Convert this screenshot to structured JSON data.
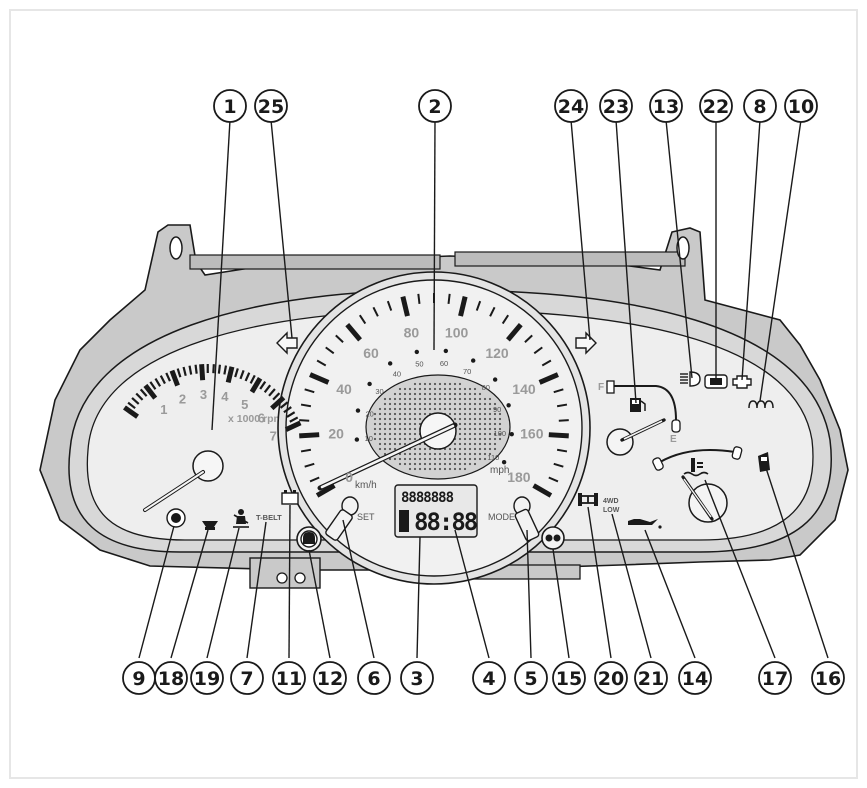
{
  "diagram": {
    "tachometer": {
      "unit_label": "x 1000 rpm",
      "numbers": [
        "1",
        "2",
        "3",
        "4",
        "5",
        "6",
        "7"
      ]
    },
    "speedometer": {
      "kmh_numbers": [
        "0",
        "20",
        "40",
        "60",
        "80",
        "100",
        "120",
        "140",
        "160",
        "180"
      ],
      "mph_numbers": [
        "10",
        "20",
        "30",
        "40",
        "50",
        "60",
        "70",
        "80",
        "90",
        "100",
        "110"
      ],
      "kmh_label": "km/h",
      "mph_label": "mph",
      "set_label": "SET",
      "mode_label": "MODE",
      "lcd_top": "8888888",
      "lcd_bottom": "88:88"
    },
    "fuel_gauge": {
      "full": "F",
      "empty": "E"
    },
    "warning_labels": {
      "tbelt": "T-BELT",
      "fourwd_line1": "4WD",
      "fourwd_line2": "LOW"
    },
    "callouts": [
      "1",
      "25",
      "2",
      "24",
      "23",
      "13",
      "22",
      "8",
      "10",
      "9",
      "18",
      "19",
      "7",
      "11",
      "12",
      "6",
      "3",
      "4",
      "5",
      "15",
      "20",
      "21",
      "14",
      "17",
      "16"
    ],
    "colors": {
      "outline": "#1a1a1a",
      "housing": "#c8c8c8",
      "dial_face": "#ececec"
    }
  }
}
